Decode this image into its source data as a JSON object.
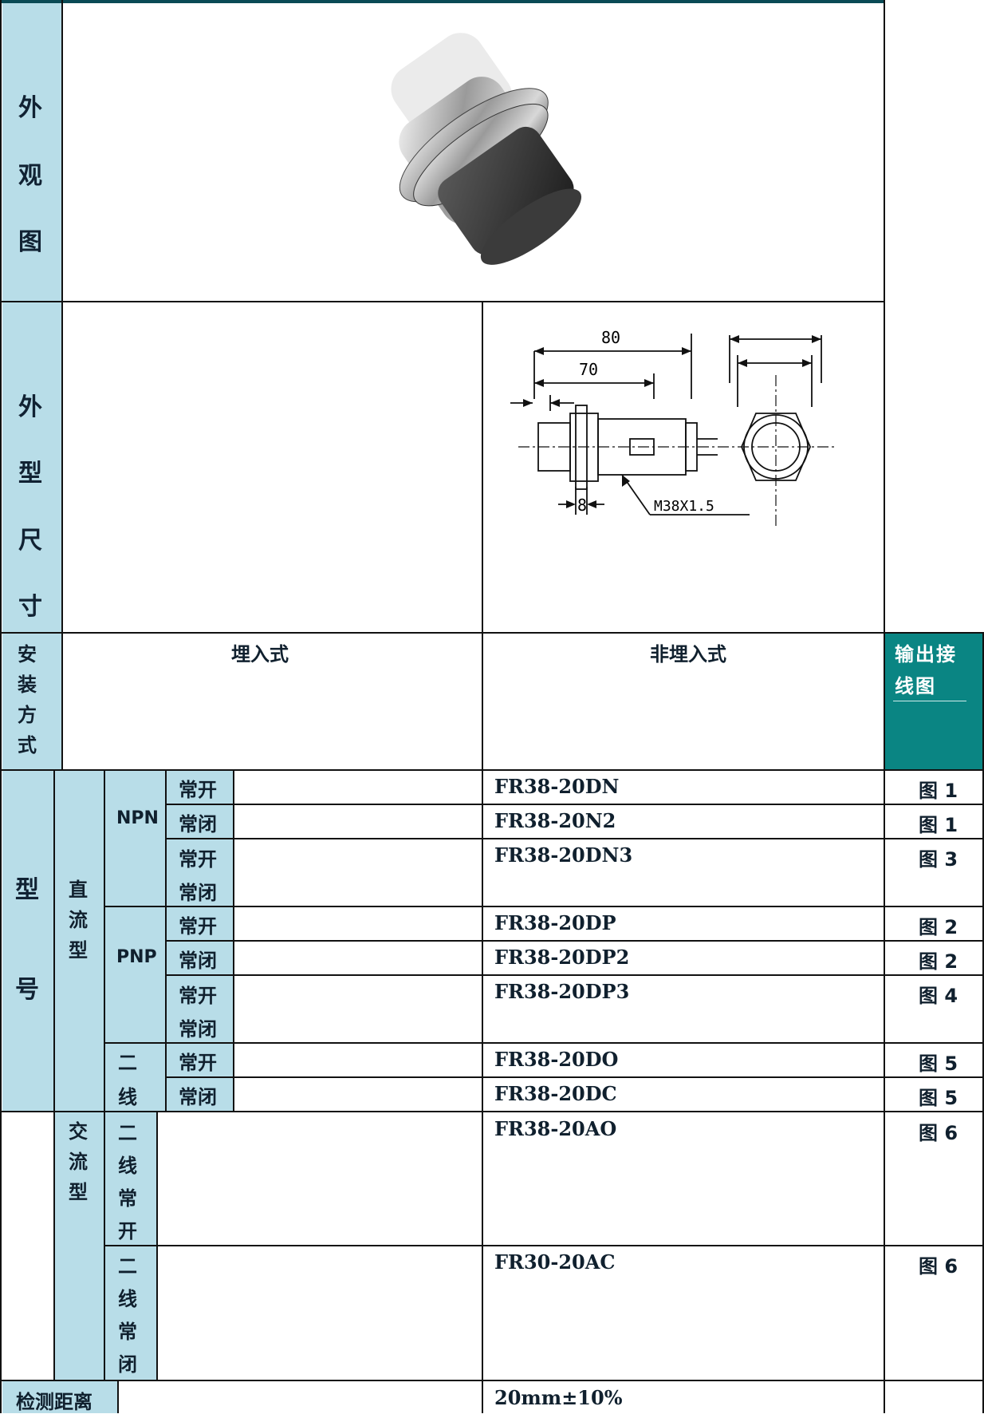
{
  "appearance": {
    "label": [
      "外",
      "观",
      "图"
    ]
  },
  "dimension": {
    "label": [
      "外",
      "型",
      "尺",
      "寸"
    ],
    "diagram": {
      "dim_80": "80",
      "dim_70": "70",
      "dim_8": "8",
      "thread": "M38X1.5"
    }
  },
  "install": {
    "label": [
      "安",
      "装",
      "方",
      "式"
    ],
    "flush": "埋入式",
    "nonflush": "非埋入式",
    "wiring_header": "输出接线图"
  },
  "model": {
    "label": [
      "型",
      "号"
    ],
    "dc_label": [
      "直",
      "流",
      "型"
    ],
    "ac_label": [
      "交",
      "流",
      "型"
    ],
    "npn": "NPN",
    "pnp": "PNP",
    "two_wire": [
      "二",
      "线"
    ],
    "rows": [
      {
        "contact": "常开",
        "model": "FR38-20DN",
        "figure": "图 1"
      },
      {
        "contact": "常闭",
        "model": "FR38-20N2",
        "figure": "图 1"
      },
      {
        "contact": "常开\n常闭",
        "model": "FR38-20DN3",
        "figure": "图 3"
      },
      {
        "contact": "常开",
        "model": "FR38-20DP",
        "figure": "图 2"
      },
      {
        "contact": "常闭",
        "model": "FR38-20DP2",
        "figure": "图 2"
      },
      {
        "contact": "常开\n常闭",
        "model": "FR38-20DP3",
        "figure": "图 4"
      },
      {
        "contact": "常开",
        "model": "FR38-20DO",
        "figure": "图 5"
      },
      {
        "contact": "常闭",
        "model": "FR38-20DC",
        "figure": "图 5"
      }
    ],
    "ac_rows": [
      {
        "type": [
          "二",
          "线",
          "常",
          "开"
        ],
        "model": "FR38-20AO",
        "figure": "图 6"
      },
      {
        "type": [
          "二",
          "线",
          "常",
          "闭"
        ],
        "model": "FR30-20AC",
        "figure": "图 6"
      }
    ]
  },
  "detect": {
    "label": "检测距离",
    "value": "20mm±10%"
  }
}
